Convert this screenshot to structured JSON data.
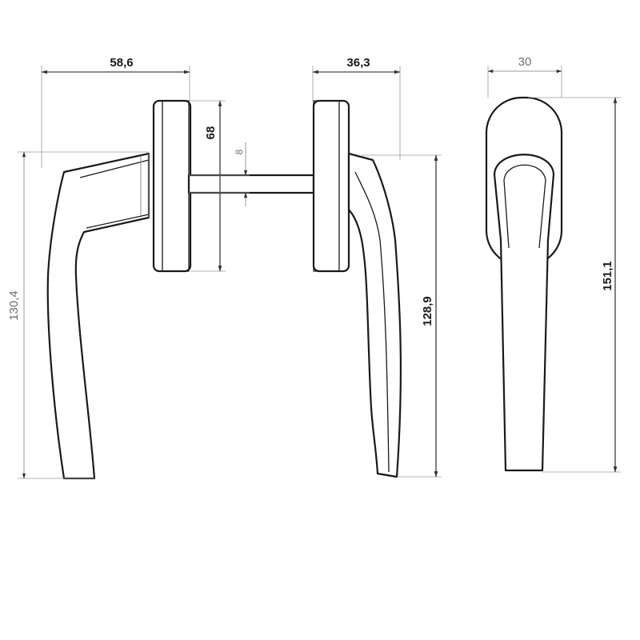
{
  "dimensions": {
    "handle_depth": "58,6",
    "rose_depth": "36,3",
    "rose_height": "68",
    "spindle": "8",
    "handle_length_left": "130,4",
    "handle_length_right": "128,9",
    "rose_width": "30",
    "total_height": "151,1"
  }
}
